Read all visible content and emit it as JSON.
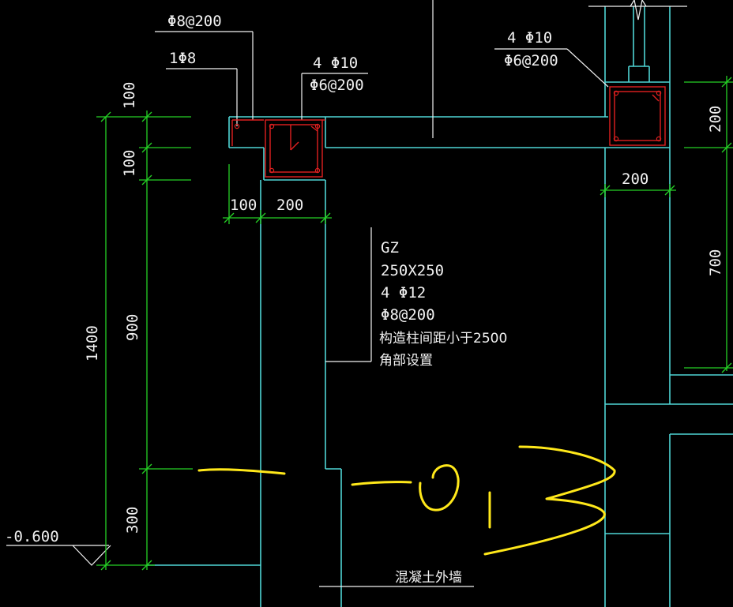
{
  "labels": {
    "top_bar": "Φ8@200",
    "left_bar": "1Φ8",
    "col_left_main": "4 Φ10",
    "col_left_stirrup": "Φ6@200",
    "col_right_main": "4 Φ10",
    "col_right_stirrup": "Φ6@200",
    "gz_name": "GZ",
    "gz_size": "250X250",
    "gz_main": "4 Φ12",
    "gz_stirrup": "Φ8@200",
    "gz_note1": "构造柱间距小于2500",
    "gz_note2": "角部设置",
    "wall_note": "混凝土外墙",
    "level": "-0.600",
    "handwriting": "-013"
  },
  "dimensions": {
    "d_top_100": "100",
    "d_mid_100": "100",
    "d_900": "900",
    "d_300": "300",
    "d_total_1400": "1400",
    "d_bottom_100": "100",
    "d_bottom_200": "200",
    "d_right_200_h": "200",
    "d_right_200_v": "200",
    "d_right_700": "700"
  },
  "colors": {
    "background": "#000000",
    "outline": "#4fd5d5",
    "dimension": "#25d025",
    "leader": "#f2f2f2",
    "rebar": "#e02020",
    "markup": "#ffe81a"
  }
}
